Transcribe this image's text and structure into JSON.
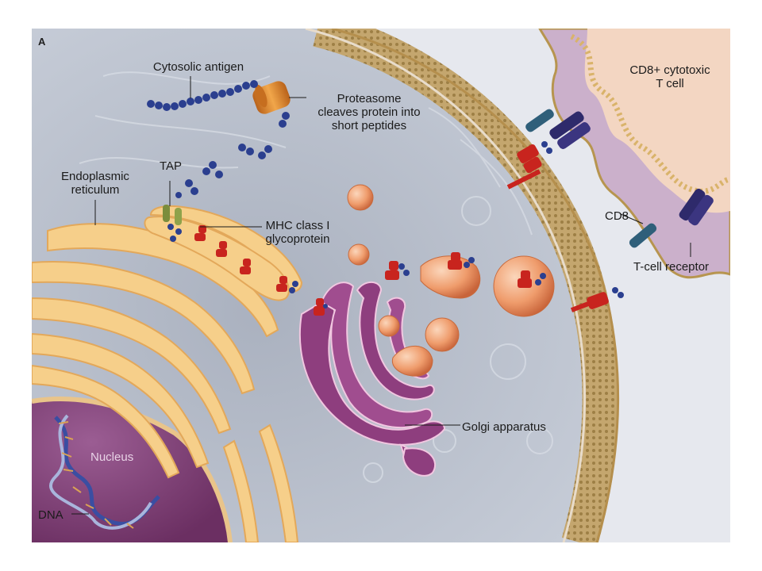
{
  "figure": {
    "panel_letter": "A",
    "labels": {
      "cytosolic_antigen": "Cytosolic antigen",
      "proteasome_line1": "Proteasome",
      "proteasome_line2": "cleaves protein into",
      "proteasome_line3": "short peptides",
      "tap": "TAP",
      "er_line1": "Endoplasmic",
      "er_line2": "reticulum",
      "mhc_line1": "MHC class I",
      "mhc_line2": "glycoprotein",
      "tcell_line1": "CD8+ cytotoxic",
      "tcell_line2": "T cell",
      "cd8": "CD8",
      "tcr": "T-cell receptor",
      "golgi": "Golgi apparatus",
      "nucleus": "Nucleus",
      "dna": "DNA"
    }
  },
  "colors": {
    "cytoplasm": "#bcc3cf",
    "membrane": "#c4a66e",
    "er": "#f6cf8a",
    "nucleus": "#7a3f72",
    "golgi": "#8e3e7e",
    "vesicle": "#ef9c6c",
    "tcell": "#c9a8c6",
    "peptide": "#2b3f8f",
    "mhc": "#c8241e",
    "tap": "#7b8d3c"
  },
  "icons": [
    "proteasome-icon",
    "tap-transporter-icon",
    "mhc-molecule-icon",
    "tcr-icon",
    "cd8-icon",
    "peptide-chain-icon",
    "dna-helix-icon"
  ]
}
